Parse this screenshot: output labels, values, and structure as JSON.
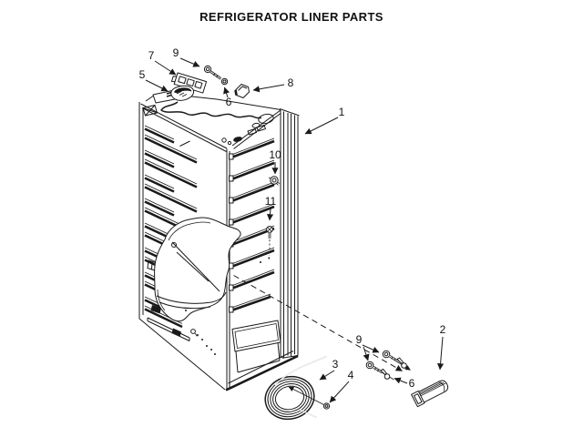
{
  "title": "REFRIGERATOR LINER PARTS",
  "colors": {
    "ink": "#1a1a1a",
    "background": "#ffffff"
  },
  "callouts": {
    "c1": "1",
    "c2": "2",
    "c3": "3",
    "c4": "4",
    "c5": "5",
    "c6_top": "6",
    "c6_bottom": "6",
    "c7": "7",
    "c8": "8",
    "c9_top": "9",
    "c9_bottom": "9",
    "c10": "10",
    "c11": "11"
  }
}
